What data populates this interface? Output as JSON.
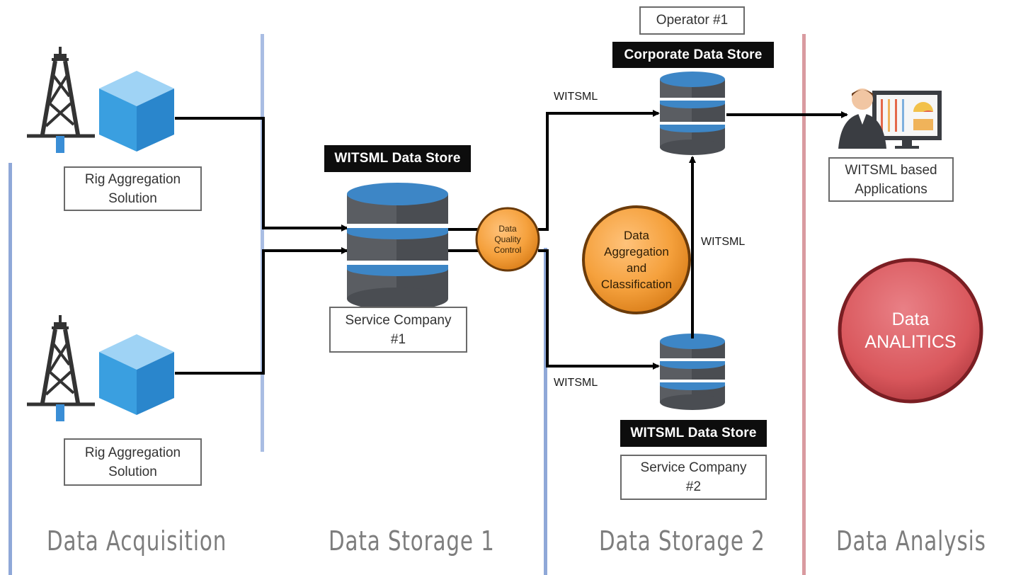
{
  "sections": [
    {
      "id": "acquisition",
      "title": "Data Acquisition"
    },
    {
      "id": "storage1",
      "title": "Data Storage 1"
    },
    {
      "id": "storage2",
      "title": "Data Storage 2"
    },
    {
      "id": "analysis",
      "title": "Data Analysis"
    }
  ],
  "rigs": [
    {
      "label_line1": "Rig Aggregation",
      "label_line2": "Solution"
    },
    {
      "label_line1": "Rig Aggregation",
      "label_line2": "Solution"
    }
  ],
  "storage1": {
    "store_label": "WITSML Data Store",
    "company_line1": "Service Company",
    "company_line2": "#1"
  },
  "quality_control": {
    "line1": "Data",
    "line2": "Quality",
    "line3": "Control"
  },
  "operator": {
    "label": "Operator #1",
    "store_label": "Corporate Data Store"
  },
  "aggregation": {
    "line1": "Data",
    "line2": "Aggregation",
    "line3": "and",
    "line4": "Classification"
  },
  "storage2": {
    "store_label": "WITSML Data Store",
    "company_line1": "Service Company",
    "company_line2": "#2"
  },
  "edges": {
    "to_corporate": "WITSML",
    "to_service2": "WITSML",
    "service2_to_corporate": "WITSML"
  },
  "applications": {
    "line1": "WITSML based",
    "line2": "Applications"
  },
  "analytics": {
    "line1": "Data",
    "line2": "ANALITICS"
  },
  "colors": {
    "divider_blue": "#8fa8d8",
    "divider_red": "#d99ba0",
    "cylinder_dark": "#4a4d52",
    "cylinder_top": "#3d86c6",
    "cube_blue": "#3aa0e0",
    "orange": "#f5a13d",
    "analytics_red": "#d9575c"
  }
}
